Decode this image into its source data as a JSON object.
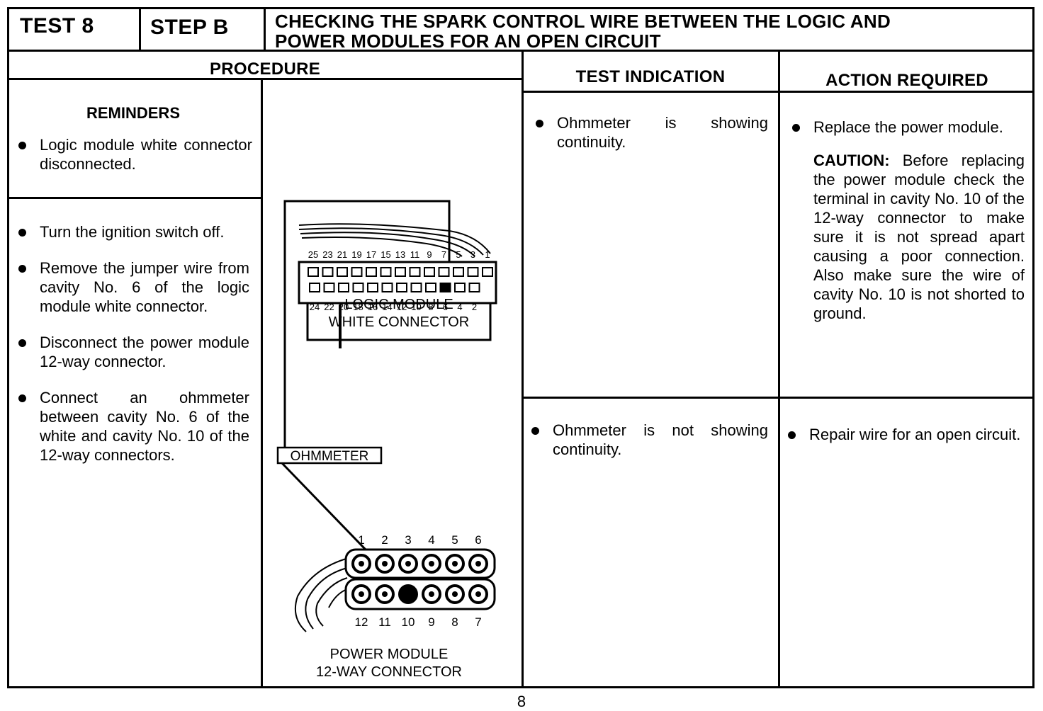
{
  "header": {
    "test": "TEST 8",
    "step": "STEP B",
    "title_line1": "CHECKING THE SPARK CONTROL WIRE BETWEEN THE LOGIC AND",
    "title_line2": "POWER MODULES FOR AN OPEN CIRCUIT"
  },
  "columns": {
    "procedure": "PROCEDURE",
    "test_indication": "TEST INDICATION",
    "action_required": "ACTION REQUIRED"
  },
  "reminders": {
    "title": "REMINDERS",
    "items": [
      "Logic module white connector disconnected."
    ]
  },
  "steps": [
    "Turn the ignition switch off.",
    "Remove the jumper wire from cavity No. 6 of the logic module white connector.",
    "Disconnect the power module 12-way connector.",
    "Connect an ohmmeter between cavity No. 6 of the white and cavity No. 10 of the 12-way connectors."
  ],
  "diagram": {
    "logic_caption_line1": "LOGIC MODULE",
    "logic_caption_line2": "WHITE CONNECTOR",
    "ohmmeter_label": "OHMMETER",
    "power_caption_line1": "POWER MODULE",
    "power_caption_line2": "12-WAY CONNECTOR",
    "logic_top_pins": [
      "25",
      "23",
      "21",
      "19",
      "17",
      "15",
      "13",
      "11",
      "9",
      "7",
      "5",
      "3",
      "1"
    ],
    "logic_bottom_pins": [
      "24",
      "22",
      "20",
      "18",
      "16",
      "14",
      "12",
      "10",
      "8",
      "6",
      "4",
      "2"
    ],
    "power_top_pins": [
      "1",
      "2",
      "3",
      "4",
      "5",
      "6"
    ],
    "power_bottom_pins": [
      "12",
      "11",
      "10",
      "9",
      "8",
      "7"
    ]
  },
  "results": [
    {
      "indication": "Ohmmeter is showing continuity.",
      "action": "Replace the power module.",
      "caution_label": "CAUTION:",
      "caution_text": " Before replacing the power module check the terminal in cavity No. 10 of the 12-way connector to make sure it is not spread apart causing a poor connection. Also make sure the wire of cavity No. 10 is not shorted to ground."
    },
    {
      "indication": "Ohmmeter is not showing continuity.",
      "action": "Repair wire for an open circuit."
    }
  ],
  "page_number": "8"
}
